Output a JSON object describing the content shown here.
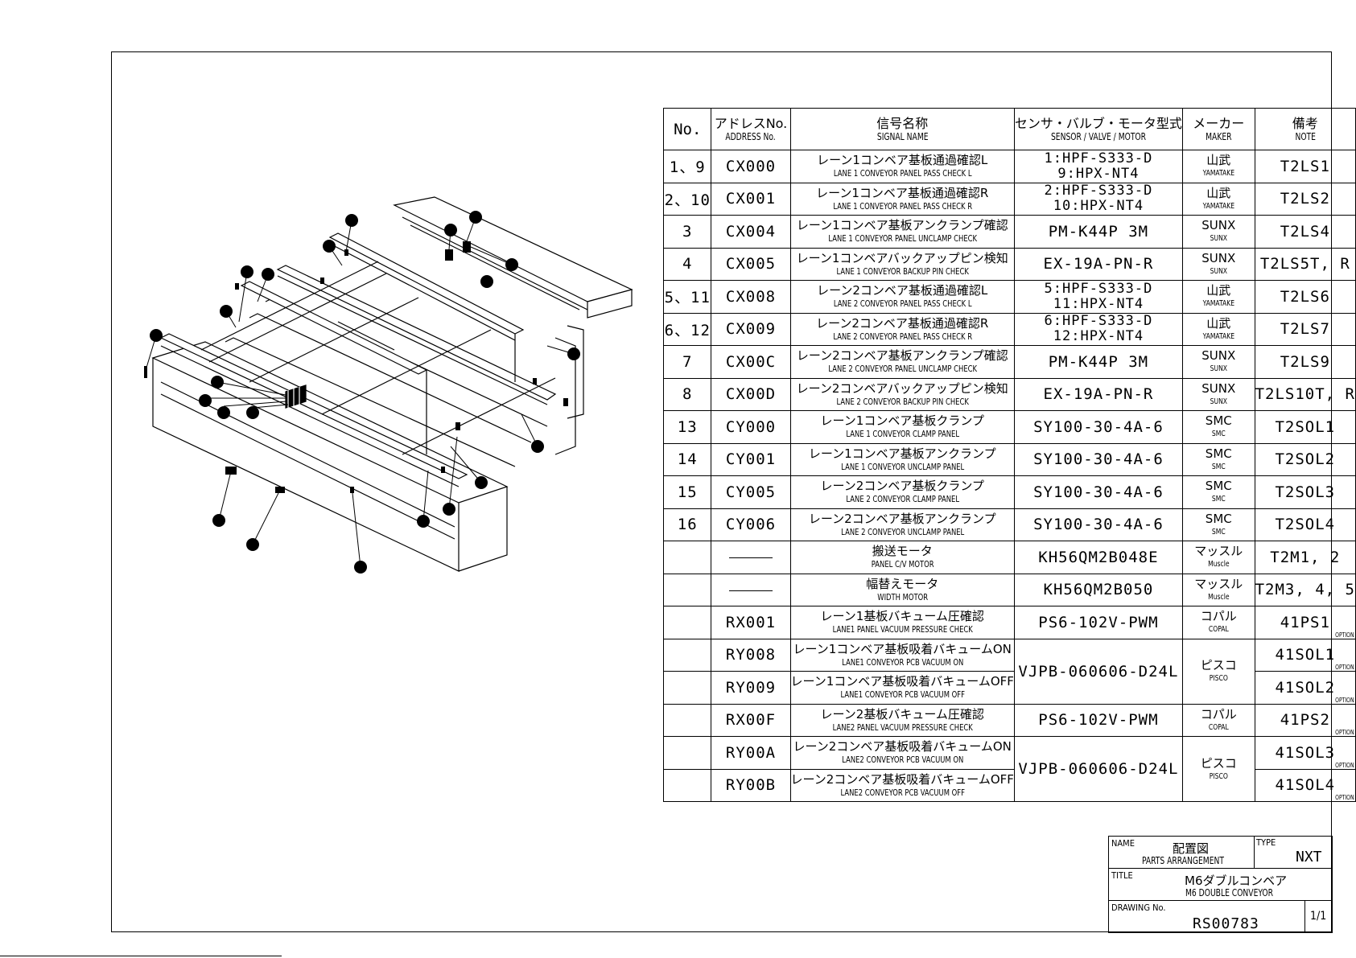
{
  "table": {
    "headers": {
      "no": "No.",
      "address_jp": "アドレスNo.",
      "address_en": "ADDRESS No.",
      "signal_jp": "信号名称",
      "signal_en": "SIGNAL NAME",
      "part_jp": "センサ・バルブ・モータ型式",
      "part_en": "SENSOR / VALVE / MOTOR",
      "maker_jp": "メーカー",
      "maker_en": "MAKER",
      "note_jp": "備考",
      "note_en": "NOTE"
    },
    "rows": [
      {
        "no": "1、9",
        "addr": "CX000",
        "sig_jp": "レーン1コンベア基板通過確認L",
        "sig_en": "LANE 1 CONVEYOR PANEL PASS CHECK L",
        "part": "1:HPF-S333-D",
        "part2": "9:HPX-NT4",
        "maker_jp": "山武",
        "maker_en": "YAMATAKE",
        "note": "T2LS1"
      },
      {
        "no": "2、10",
        "addr": "CX001",
        "sig_jp": "レーン1コンベア基板通過確認R",
        "sig_en": "LANE 1 CONVEYOR PANEL PASS CHECK R",
        "part": "2:HPF-S333-D",
        "part2": "10:HPX-NT4",
        "maker_jp": "山武",
        "maker_en": "YAMATAKE",
        "note": "T2LS2"
      },
      {
        "no": "3",
        "addr": "CX004",
        "sig_jp": "レーン1コンベア基板アンクランプ確認",
        "sig_en": "LANE 1 CONVEYOR PANEL UNCLAMP CHECK",
        "part": "PM-K44P 3M",
        "part2": "",
        "maker_jp": "SUNX",
        "maker_en": "SUNX",
        "note": "T2LS4"
      },
      {
        "no": "4",
        "addr": "CX005",
        "sig_jp": "レーン1コンベアバックアップピン検知",
        "sig_en": "LANE 1 CONVEYOR BACKUP PIN CHECK",
        "part": "EX-19A-PN-R",
        "part2": "",
        "maker_jp": "SUNX",
        "maker_en": "SUNX",
        "note": "T2LS5T, R"
      },
      {
        "no": "5、11",
        "addr": "CX008",
        "sig_jp": "レーン2コンベア基板通過確認L",
        "sig_en": "LANE 2 CONVEYOR PANEL PASS CHECK L",
        "part": "5:HPF-S333-D",
        "part2": "11:HPX-NT4",
        "maker_jp": "山武",
        "maker_en": "YAMATAKE",
        "note": "T2LS6"
      },
      {
        "no": "6、12",
        "addr": "CX009",
        "sig_jp": "レーン2コンベア基板通過確認R",
        "sig_en": "LANE 2 CONVEYOR PANEL PASS CHECK R",
        "part": "6:HPF-S333-D",
        "part2": "12:HPX-NT4",
        "maker_jp": "山武",
        "maker_en": "YAMATAKE",
        "note": "T2LS7"
      },
      {
        "no": "7",
        "addr": "CX00C",
        "sig_jp": "レーン2コンベア基板アンクランプ確認",
        "sig_en": "LANE 2 CONVEYOR PANEL UNCLAMP CHECK",
        "part": "PM-K44P 3M",
        "part2": "",
        "maker_jp": "SUNX",
        "maker_en": "SUNX",
        "note": "T2LS9"
      },
      {
        "no": "8",
        "addr": "CX00D",
        "sig_jp": "レーン2コンベアバックアップピン検知",
        "sig_en": "LANE 2 CONVEYOR BACKUP PIN CHECK",
        "part": "EX-19A-PN-R",
        "part2": "",
        "maker_jp": "SUNX",
        "maker_en": "SUNX",
        "note": "T2LS10T, R"
      },
      {
        "no": "13",
        "addr": "CY000",
        "sig_jp": "レーン1コンベア基板クランプ",
        "sig_en": "LANE 1 CONVEYOR CLAMP PANEL",
        "part": "SY100-30-4A-6",
        "part2": "",
        "maker_jp": "SMC",
        "maker_en": "SMC",
        "note": "T2SOL1"
      },
      {
        "no": "14",
        "addr": "CY001",
        "sig_jp": "レーン1コンベア基板アンクランプ",
        "sig_en": "LANE 1 CONVEYOR UNCLAMP PANEL",
        "part": "SY100-30-4A-6",
        "part2": "",
        "maker_jp": "SMC",
        "maker_en": "SMC",
        "note": "T2SOL2"
      },
      {
        "no": "15",
        "addr": "CY005",
        "sig_jp": "レーン2コンベア基板クランプ",
        "sig_en": "LANE 2 CONVEYOR CLAMP PANEL",
        "part": "SY100-30-4A-6",
        "part2": "",
        "maker_jp": "SMC",
        "maker_en": "SMC",
        "note": "T2SOL3"
      },
      {
        "no": "16",
        "addr": "CY006",
        "sig_jp": "レーン2コンベア基板アンクランプ",
        "sig_en": "LANE 2 CONVEYOR UNCLAMP PANEL",
        "part": "SY100-30-4A-6",
        "part2": "",
        "maker_jp": "SMC",
        "maker_en": "SMC",
        "note": "T2SOL4"
      },
      {
        "no": "",
        "addr": "",
        "sig_jp": "搬送モータ",
        "sig_en": "PANEL C/V MOTOR",
        "part": "KH56QM2B048E",
        "part2": "",
        "maker_jp": "マッスル",
        "maker_en": "Muscle",
        "note": "T2M1, 2"
      },
      {
        "no": "",
        "addr": "",
        "sig_jp": "幅替えモータ",
        "sig_en": "WIDTH MOTOR",
        "part": "KH56QM2B050",
        "part2": "",
        "maker_jp": "マッスル",
        "maker_en": "Muscle",
        "note": "T2M3, 4, 5"
      },
      {
        "no": "",
        "addr": "RX001",
        "sig_jp": "レーン1基板バキューム圧確認",
        "sig_en": "LANE1 PANEL VACUUM PRESSURE CHECK",
        "part": "PS6-102V-PWM",
        "part2": "",
        "maker_jp": "コパル",
        "maker_en": "COPAL",
        "note": "41PS1"
      },
      {
        "no": "",
        "addr": "RY008",
        "sig_jp": "レーン1コンベア基板吸着バキュームON",
        "sig_en": "LANE1 CONVEYOR PCB VACUUM ON",
        "part": "VJPB-060606-D24L",
        "part2": "",
        "maker_jp": "ピスコ",
        "maker_en": "PISCO",
        "note": "41SOL1"
      },
      {
        "no": "",
        "addr": "RY009",
        "sig_jp": "レーン1コンベア基板吸着バキュームOFF",
        "sig_en": "LANE1 CONVEYOR PCB VACUUM OFF",
        "part": "",
        "part2": "",
        "maker_jp": "",
        "maker_en": "",
        "note": "41SOL2"
      },
      {
        "no": "",
        "addr": "RX00F",
        "sig_jp": "レーン2基板バキューム圧確認",
        "sig_en": "LANE2 PANEL VACUUM PRESSURE CHECK",
        "part": "PS6-102V-PWM",
        "part2": "",
        "maker_jp": "コパル",
        "maker_en": "COPAL",
        "note": "41PS2"
      },
      {
        "no": "",
        "addr": "RY00A",
        "sig_jp": "レーン2コンベア基板吸着バキュームON",
        "sig_en": "LANE2 CONVEYOR PCB VACUUM ON",
        "part": "VJPB-060606-D24L",
        "part2": "",
        "maker_jp": "ピスコ",
        "maker_en": "PISCO",
        "note": "41SOL3"
      },
      {
        "no": "",
        "addr": "RY00B",
        "sig_jp": "レーン2コンベア基板吸着バキュームOFF",
        "sig_en": "LANE2 CONVEYOR PCB VACUUM OFF",
        "part": "",
        "part2": "",
        "maker_jp": "",
        "maker_en": "",
        "note": "41SOL4"
      }
    ],
    "option_label": "OPTION"
  },
  "title_block": {
    "name_label": "NAME",
    "name_jp": "配置図",
    "name_en": "PARTS ARRANGEMENT",
    "type_label": "TYPE",
    "type_value": "NXT",
    "title_label": "TITLE",
    "title_jp": "M6ダブルコンベア",
    "title_en": "M6 DOUBLE CONVEYOR",
    "drawing_label": "DRAWING No.",
    "drawing_no": "RS00783",
    "sheet": "1/1"
  }
}
